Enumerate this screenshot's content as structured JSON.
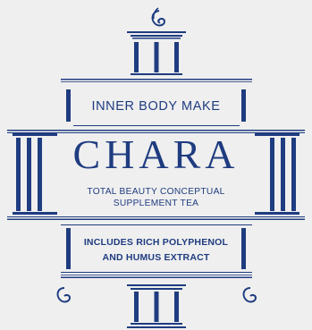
{
  "label": {
    "tagline": "INNER BODY MAKE",
    "brand": "CHARA",
    "subtitle_line1": "TOTAL BEAUTY CONCEPTUAL",
    "subtitle_line2": "SUPPLEMENT TEA",
    "feature_line1": "INCLUDES RICH POLYPHENOL",
    "feature_line2": "AND HUMUS EXTRACT"
  },
  "colors": {
    "ink": "#1f3c80",
    "background": "#efefef"
  },
  "icons": [
    "swirl-ornament-icon",
    "column-icon"
  ]
}
